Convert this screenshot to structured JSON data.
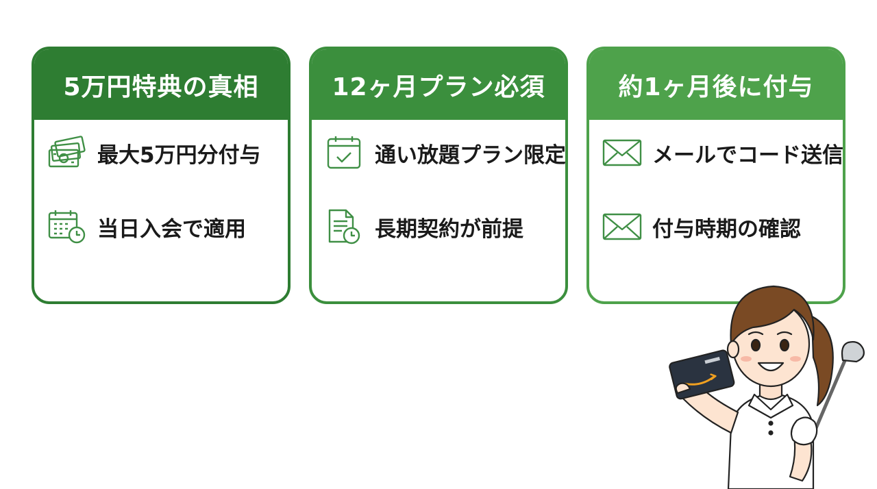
{
  "colors": {
    "card1_head": "#2e7d32",
    "card2_head": "#3b8f3d",
    "card3_head": "#4ea24b",
    "icon_stroke": "#3f8f45",
    "text": "#1a1a1a"
  },
  "cards": [
    {
      "title": "5万円特典の真相",
      "items": [
        {
          "icon": "money-icon",
          "text": "最大5万円分付与"
        },
        {
          "icon": "calendar-clock-icon",
          "text": "当日入会で適用"
        }
      ]
    },
    {
      "title": "12ヶ月プラン必須",
      "items": [
        {
          "icon": "calendar-check-icon",
          "text": "通い放題プラン限定"
        },
        {
          "icon": "document-clock-icon",
          "text": "長期契約が前提"
        }
      ]
    },
    {
      "title": "約1ヶ月後に付与",
      "items": [
        {
          "icon": "mail-icon",
          "text": "メールでコード送信"
        },
        {
          "icon": "mail-icon",
          "text": "付与時期の確認"
        }
      ]
    }
  ],
  "mascot": {
    "description_icon": "golfer-woman-with-gift-card-icon"
  }
}
